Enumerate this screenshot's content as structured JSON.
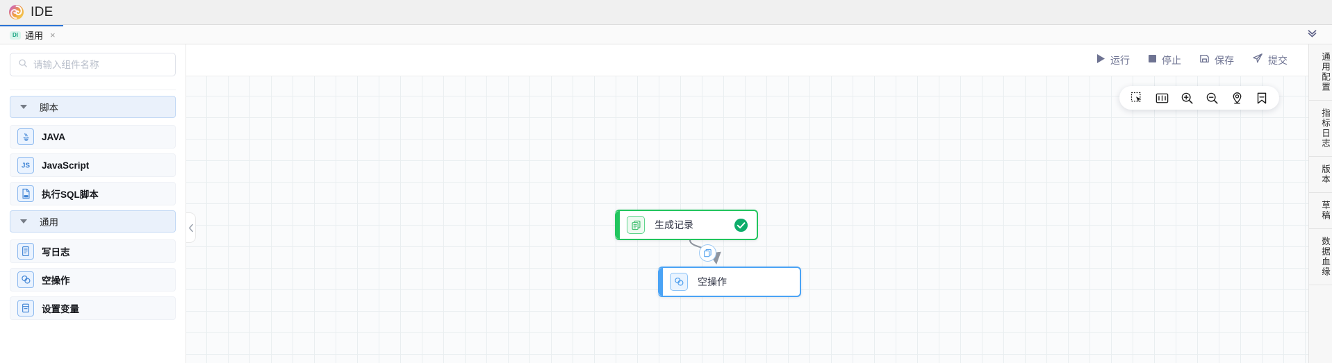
{
  "titlebar": {
    "app_name": "IDE",
    "logo_icon": "spiral-logo-icon"
  },
  "tabbar": {
    "tabs": [
      {
        "badge": "DI",
        "label": "通用",
        "close_glyph": "×"
      }
    ],
    "collapse_icon": "double-chevron-down-icon"
  },
  "left_panel": {
    "search": {
      "placeholder": "请输入组件名称",
      "value": "",
      "icon": "search-icon"
    },
    "groups": [
      {
        "label": "脚本",
        "expanded": true,
        "caret_icon": "caret-down-icon",
        "items": [
          {
            "label": "JAVA",
            "icon": "java-icon"
          },
          {
            "label": "JavaScript",
            "icon": "javascript-js-icon"
          },
          {
            "label": "执行SQL脚本",
            "icon": "sql-file-icon"
          }
        ]
      },
      {
        "label": "通用",
        "expanded": true,
        "caret_icon": "caret-down-icon",
        "items": [
          {
            "label": "写日志",
            "icon": "document-log-icon"
          },
          {
            "label": "空操作",
            "icon": "two-circles-icon"
          },
          {
            "label": "设置变量",
            "icon": "variable-icon"
          }
        ]
      }
    ],
    "collapse_handle_icon": "chevron-left-icon"
  },
  "canvas_toolbar": {
    "buttons": [
      {
        "label": "运行",
        "icon": "play-triangle-icon"
      },
      {
        "label": "停止",
        "icon": "stop-square-icon"
      },
      {
        "label": "保存",
        "icon": "floppy-save-icon"
      },
      {
        "label": "提交",
        "icon": "paper-plane-send-icon"
      }
    ]
  },
  "zoom_bar": {
    "buttons": [
      {
        "name": "select-marquee",
        "icon": "marquee-cursor-icon"
      },
      {
        "name": "fit-to-screen",
        "icon": "fit-screen-icon"
      },
      {
        "name": "zoom-in",
        "icon": "magnifier-plus-icon"
      },
      {
        "name": "zoom-out",
        "icon": "magnifier-minus-icon"
      },
      {
        "name": "locate-node",
        "icon": "map-pin-search-icon"
      },
      {
        "name": "bookmark",
        "icon": "bookmark-flag-icon"
      }
    ]
  },
  "workflow": {
    "nodes": [
      {
        "id": "generate-record",
        "label": "生成记录",
        "icon": "copy-records-icon",
        "accent_color": "#22c55e",
        "status": "success",
        "status_icon": "check-circle-icon"
      },
      {
        "id": "empty-op",
        "label": "空操作",
        "icon": "two-circles-icon",
        "accent_color": "#4aa3f5",
        "status": "",
        "status_icon": ""
      }
    ],
    "edges": [
      {
        "from": "generate-record",
        "to": "empty-op",
        "mid_button_icon": "copy-icon"
      }
    ]
  },
  "right_rail": {
    "tabs": [
      {
        "label": "通用配置"
      },
      {
        "label": "指标日志"
      },
      {
        "label": "版本"
      },
      {
        "label": "草稿"
      },
      {
        "label": "数据血缘"
      }
    ]
  },
  "colors": {
    "brand_blue": "#2a72d4",
    "node_green": "#22c55e",
    "node_blue": "#4aa3f5",
    "toolbar_text": "#6e7392",
    "badge_teal": "#14a37f"
  }
}
